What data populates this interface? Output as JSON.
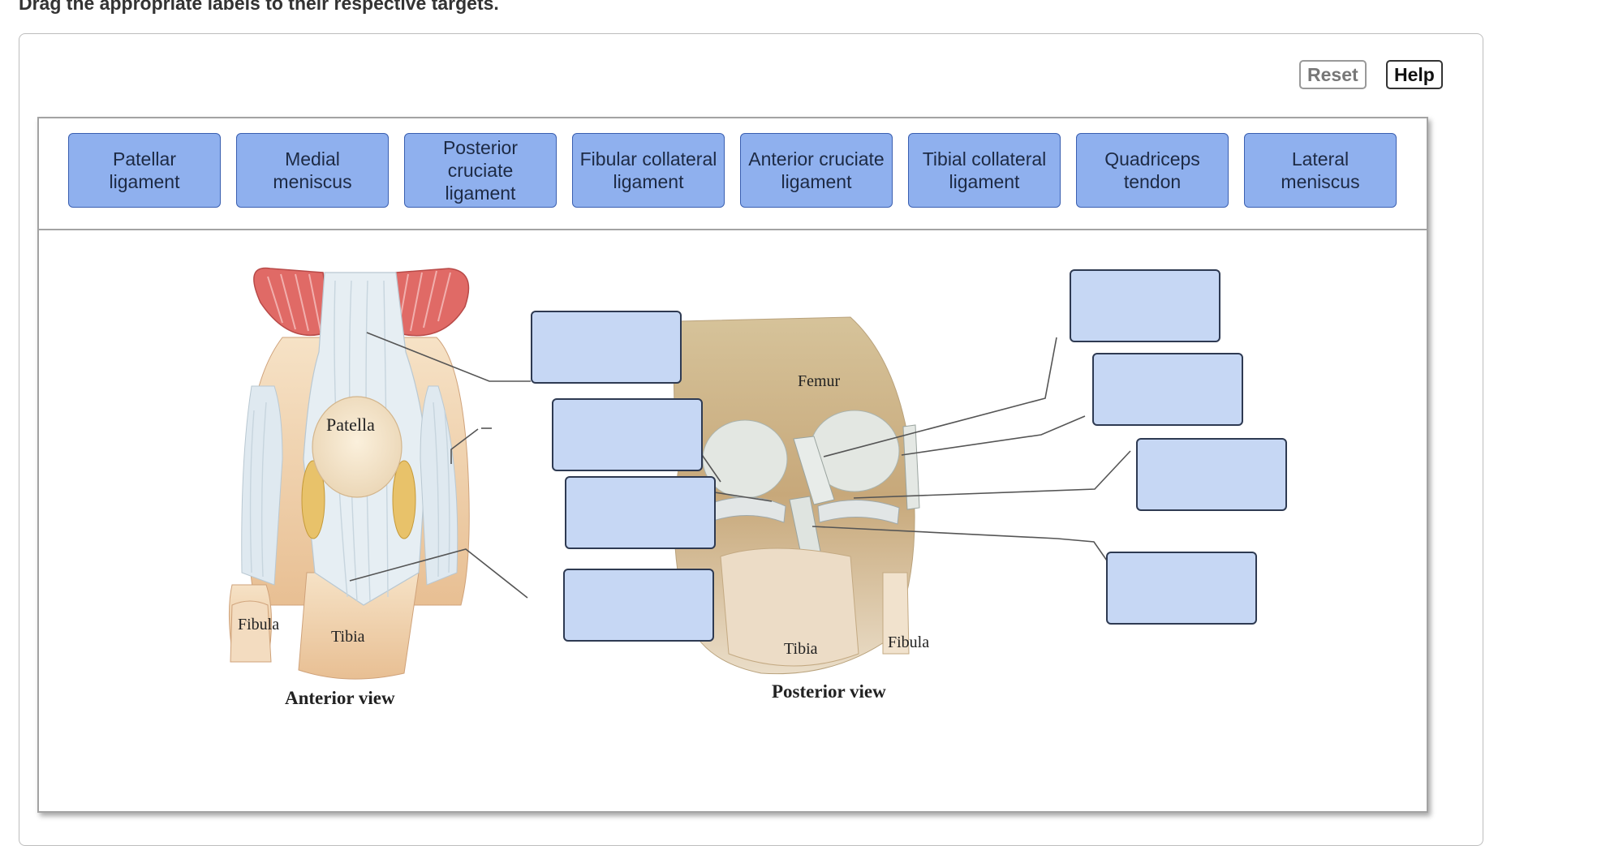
{
  "instruction": "Drag the appropriate labels to their respective targets.",
  "toolbar": {
    "reset_label": "Reset",
    "help_label": "Help"
  },
  "labels": [
    {
      "text": "Patellar\nligament"
    },
    {
      "text": "Medial\nmeniscus"
    },
    {
      "text": "Posterior\ncruciate\nligament"
    },
    {
      "text": "Fibular collateral\nligament"
    },
    {
      "text": "Anterior cruciate\nligament"
    },
    {
      "text": "Tibial collateral\nligament"
    },
    {
      "text": "Quadriceps\ntendon"
    },
    {
      "text": "Lateral\nmeniscus"
    }
  ],
  "anterior": {
    "caption": "Anterior view",
    "patella": "Patella",
    "fibula": "Fibula",
    "tibia": "Tibia"
  },
  "posterior": {
    "caption": "Posterior view",
    "femur": "Femur",
    "tibia": "Tibia",
    "fibula": "Fibula"
  },
  "colors": {
    "chip": "#8fb0ee",
    "target": "#c6d7f4",
    "muscle": "#e8706f",
    "ligament": "#dfe9f0",
    "bone": "#f0d4b0"
  }
}
